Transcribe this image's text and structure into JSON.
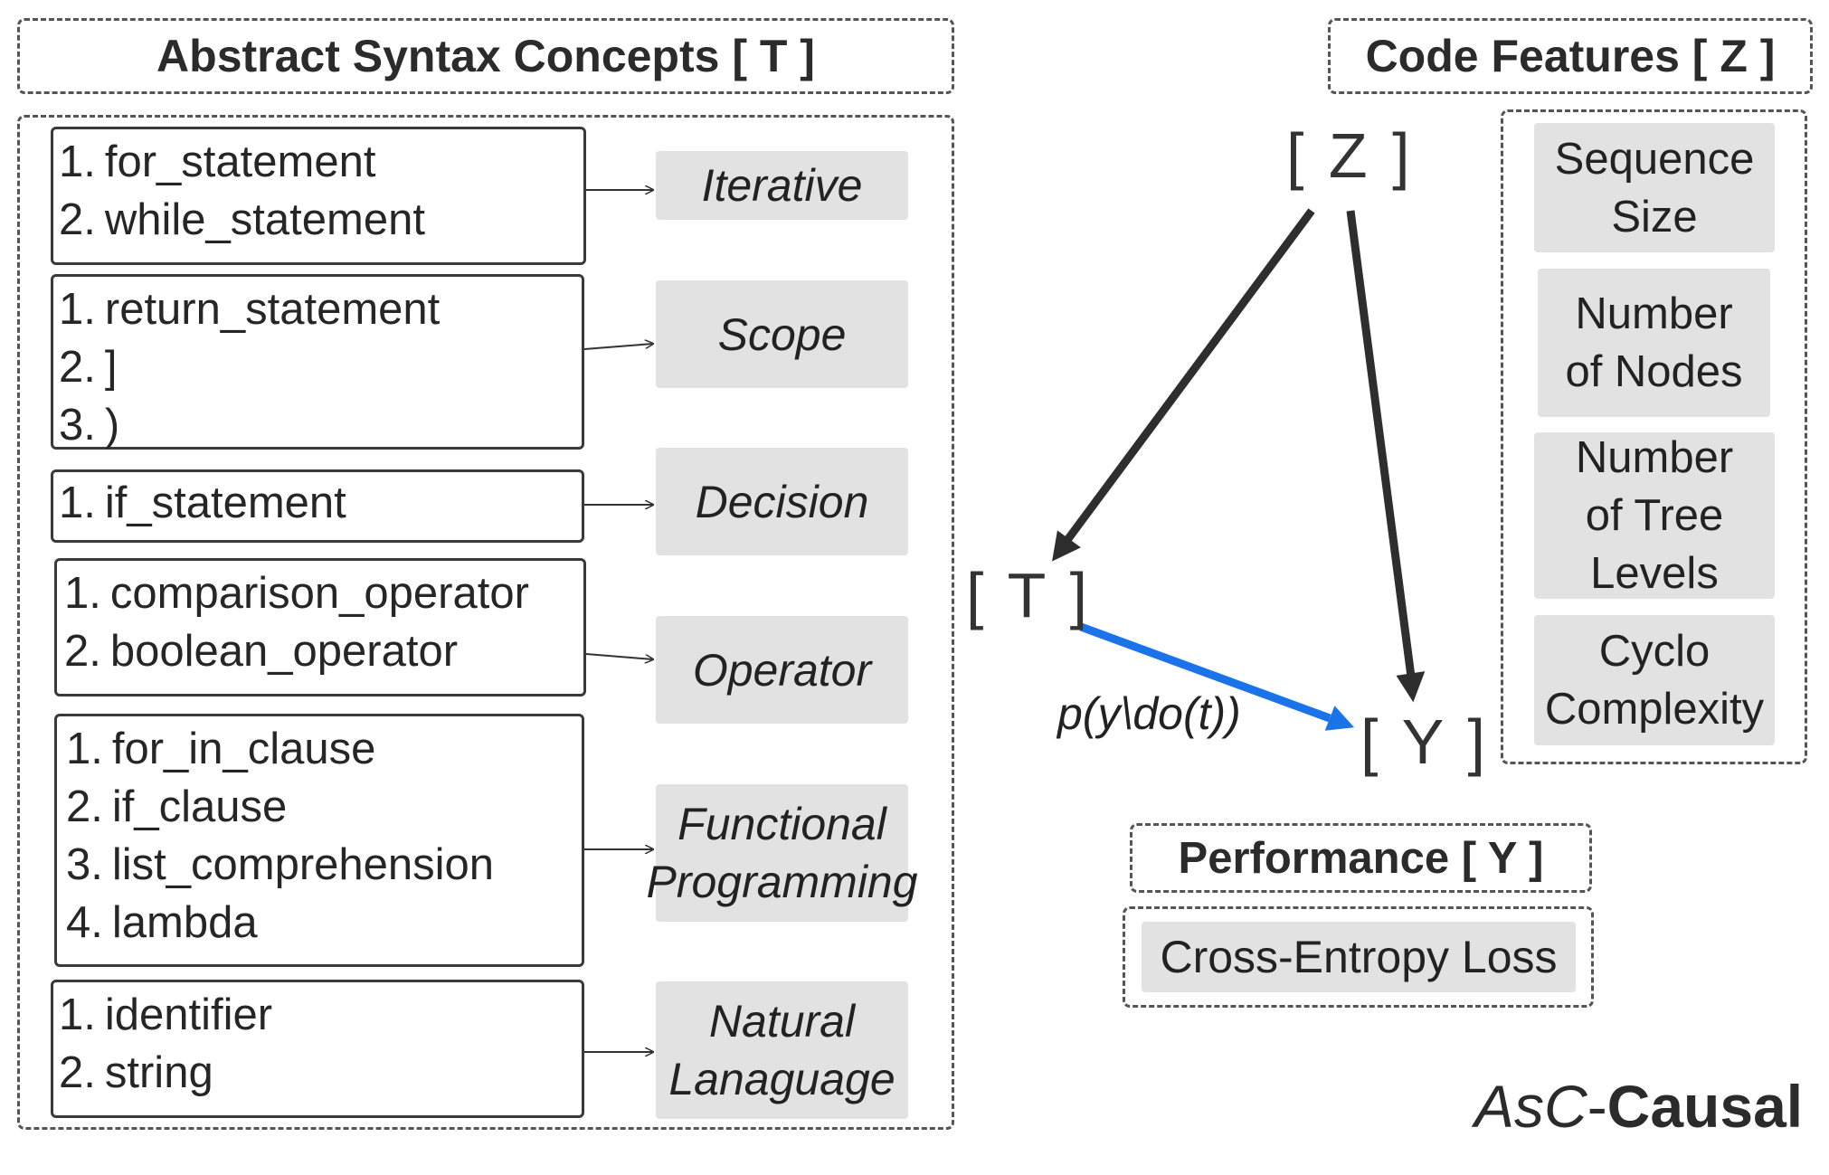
{
  "headers": {
    "concepts": "Abstract Syntax Concepts [ T ]",
    "features": "Code Features [ Z ]",
    "performance": "Performance [ Y ]"
  },
  "groups": [
    {
      "items": [
        {
          "num": "1.",
          "text": "for_statement"
        },
        {
          "num": "2.",
          "text": "while_statement"
        }
      ],
      "concept": "Iterative"
    },
    {
      "items": [
        {
          "num": "1.",
          "text": "return_statement"
        },
        {
          "num": "2.",
          "text": "]"
        },
        {
          "num": "3.",
          "text": ")"
        }
      ],
      "concept": "Scope"
    },
    {
      "items": [
        {
          "num": "1.",
          "text": "if_statement"
        }
      ],
      "concept": "Decision"
    },
    {
      "items": [
        {
          "num": "1.",
          "text": "comparison_operator"
        },
        {
          "num": "2.",
          "text": "boolean_operator"
        }
      ],
      "concept": "Operator"
    },
    {
      "items": [
        {
          "num": "1.",
          "text": "for_in_clause"
        },
        {
          "num": "2.",
          "text": "if_clause"
        },
        {
          "num": "3.",
          "text": "list_comprehension"
        },
        {
          "num": "4.",
          "text": "lambda"
        }
      ],
      "concept": "Functional\nProgramming"
    },
    {
      "items": [
        {
          "num": "1.",
          "text": "identifier"
        },
        {
          "num": "2.",
          "text": "string"
        }
      ],
      "concept": "Natural\nLanaguage"
    }
  ],
  "features": [
    "Sequence\nSize",
    "Number\nof Nodes",
    "Number\nof Tree\nLevels",
    "Cyclo\nComplexity"
  ],
  "performance_metric": "Cross-Entropy Loss",
  "graph": {
    "node_z": "[ Z ]",
    "node_t": "[ T ]",
    "node_y": "[ Y ]",
    "edge_label": "p(y\\do(t))",
    "edge_color_causal": "#1a73e8",
    "edge_color_confounder": "#2e2e2e"
  },
  "brand": {
    "italic_part": "AsC",
    "separator": "-",
    "bold_part": "Causal"
  }
}
